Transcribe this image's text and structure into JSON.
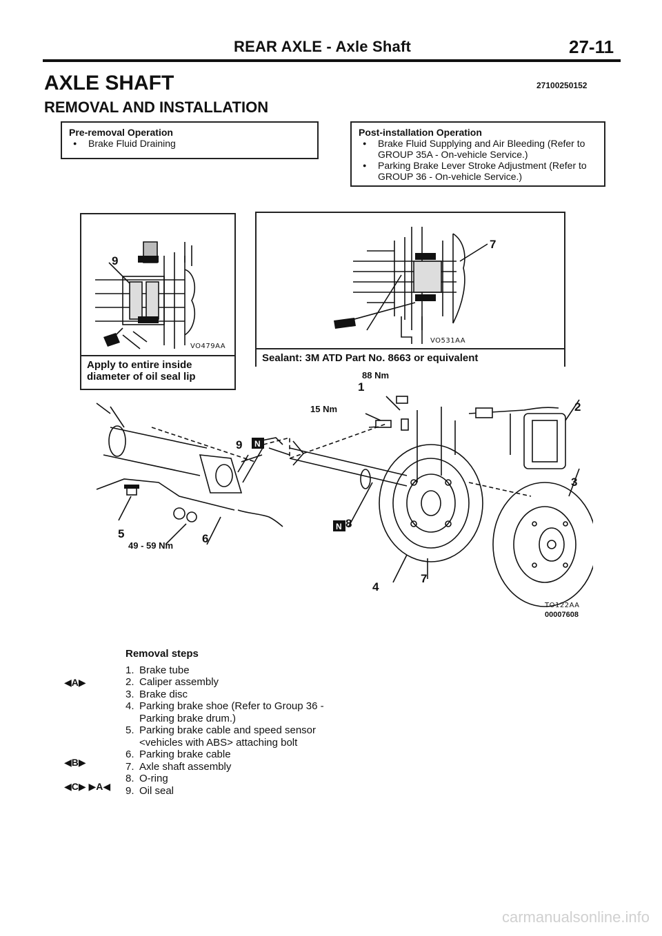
{
  "header": {
    "section": "REAR AXLE - Axle Shaft",
    "page_number": "27-11"
  },
  "title": "AXLE SHAFT",
  "doc_id": "27100250152",
  "subtitle": "REMOVAL AND INSTALLATION",
  "pre_removal": {
    "title": "Pre-removal Operation",
    "items": [
      "Brake Fluid Draining"
    ]
  },
  "post_installation": {
    "title": "Post-installation Operation",
    "items": [
      "Brake Fluid Supplying and Air Bleeding (Refer to GROUP 35A - On-vehicle Service.)",
      "Parking Brake Lever Stroke Adjustment (Refer to GROUP 36 - On-vehicle Service.)"
    ]
  },
  "figures": {
    "left_detail": {
      "part_code": "VO479AA",
      "caption": "Apply to entire inside diameter of oil seal lip",
      "callout": "9"
    },
    "right_detail": {
      "part_code": "VO531AA",
      "caption": "Sealant: 3M ATD Part No. 8663 or equivalent",
      "callout": "7"
    },
    "main": {
      "part_code": "TO122AA",
      "drawing_number": "00007608",
      "labels": {
        "l1": "1",
        "l2": "2",
        "l3": "3",
        "l4": "4",
        "l5": "5",
        "l6": "6",
        "l7": "7",
        "l8": "8",
        "l9": "9"
      },
      "torques": {
        "t88": "88 Nm",
        "t15": "15 Nm",
        "t49": "49 - 59 Nm"
      }
    }
  },
  "removal_steps": {
    "title": "Removal steps",
    "items": [
      {
        "n": "1.",
        "text": "Brake tube",
        "marker": ""
      },
      {
        "n": "2.",
        "text": "Caliper assembly",
        "marker": "◀A▶"
      },
      {
        "n": "3.",
        "text": "Brake disc",
        "marker": ""
      },
      {
        "n": "4.",
        "text": "Parking brake shoe (Refer to Group 36 - Parking brake drum.)",
        "marker": ""
      },
      {
        "n": "5.",
        "text": "Parking brake cable and speed sensor <vehicles with ABS> attaching bolt",
        "marker": ""
      },
      {
        "n": "6.",
        "text": "Parking brake cable",
        "marker": ""
      },
      {
        "n": "7.",
        "text": "Axle shaft assembly",
        "marker": "◀B▶"
      },
      {
        "n": "8.",
        "text": "O-ring",
        "marker": ""
      },
      {
        "n": "9.",
        "text": "Oil seal",
        "marker": "◀C▶ ▶A◀"
      }
    ]
  },
  "watermark": "carmanualsonline.info"
}
